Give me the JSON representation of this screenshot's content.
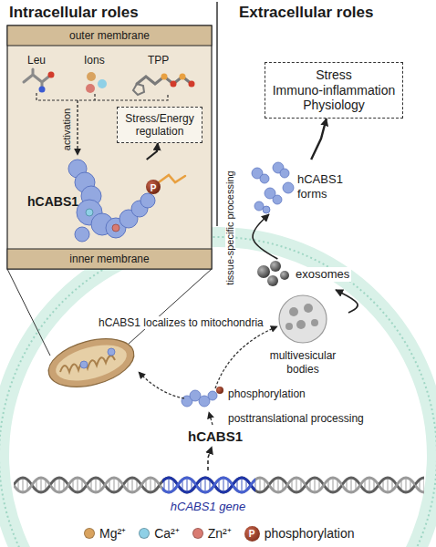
{
  "diagram": {
    "nodes": [
      {
        "text": [
          "outer membrane",
          "inner membrane"
        ]
      },
      {
        "text": [
          "hCABS1"
        ],
        "in": 0
      },
      {
        "text": [
          "Stress/Energy regulation"
        ],
        "in": 0
      },
      {
        "text": [
          "Stress",
          "Immuno-inflammation",
          "Physiology"
        ]
      },
      {
        "text": [
          "hCABS1 forms"
        ]
      },
      {
        "text": [
          "exosomes"
        ]
      },
      {
        "text": [
          "multivesicular bodies"
        ]
      },
      {
        "text": [
          "hCABS1"
        ]
      },
      {
        "text": [
          "hCABS1 gene"
        ]
      }
    ],
    "edges": [
      {
        "from": 1,
        "to": 2,
        "arrow": "to"
      },
      {
        "from": 8,
        "to": 7,
        "arrow": "to"
      },
      {
        "from": 6,
        "to": 5,
        "arrow": "to"
      },
      {
        "from": 5,
        "to": 4,
        "arrow": "to"
      },
      {
        "from": 4,
        "to": 3,
        "arrow": "to"
      }
    ],
    "labels": [
      "Intracellular roles",
      "Extracellular roles",
      "Leu",
      "Ions",
      "TPP",
      "activation",
      "P",
      "hCABS1 localizes to mitochondria",
      "phosphorylation",
      "posttranslational processing",
      "tissue-specific processing",
      "P"
    ],
    "legend": [
      {
        "text": "Mg²⁺",
        "color": "#d9a35f"
      },
      {
        "text": "Ca²⁺",
        "color": "#8fd0e6"
      },
      {
        "text": "Zn²⁺",
        "color": "#d97b72"
      },
      {
        "text": "phosphorylation"
      }
    ]
  }
}
